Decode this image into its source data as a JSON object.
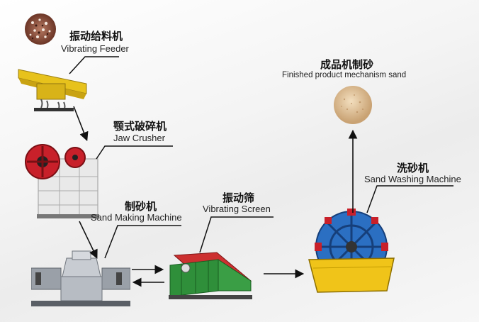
{
  "nodes": {
    "feeder": {
      "cn": "振动给料机",
      "en": "Vibrating Feeder"
    },
    "jaw": {
      "cn": "颚式破碎机",
      "en": "Jaw Crusher"
    },
    "sandmaker": {
      "cn": "制砂机",
      "en": "Sand Making Machine"
    },
    "screen": {
      "cn": "振动筛",
      "en": "Vibrating Screen"
    },
    "washer": {
      "cn": "洗砂机",
      "en": "Sand Washing Machine"
    },
    "product": {
      "cn": "成品机制砂",
      "en": "Finished product mechanism sand"
    }
  },
  "colors": {
    "feeder_yellow": "#e7c21c",
    "jaw_red": "#c8202a",
    "screen_green": "#2f8f3a",
    "screen_red": "#cc3030",
    "washer_yellow": "#f0c419",
    "washer_blue": "#2b6fc2",
    "sand": "#d9b98a",
    "rock": "#8a4a3a"
  }
}
